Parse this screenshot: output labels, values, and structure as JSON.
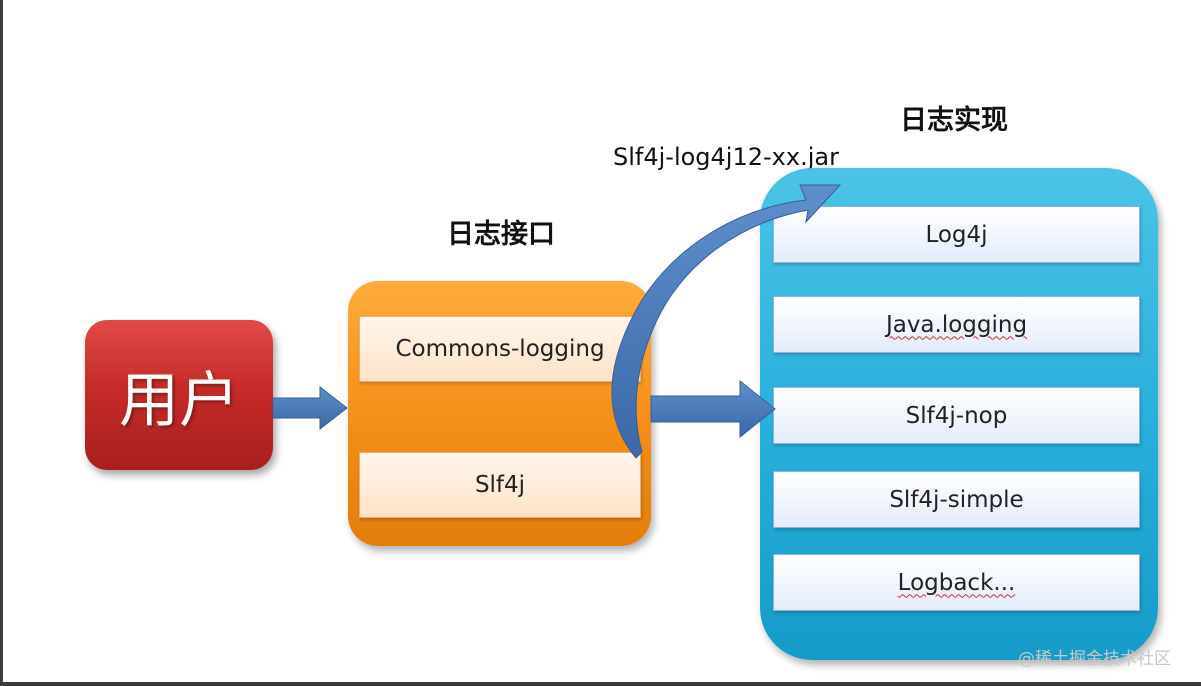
{
  "headings": {
    "interface": "日志接口",
    "implementation": "日志实现"
  },
  "bridge_label": "Slf4j-log4j12-xx.jar",
  "user": {
    "label": "用户"
  },
  "interface_items": [
    "Commons-logging",
    "Slf4j"
  ],
  "implementation_items": [
    "Log4j",
    "Java.logging",
    "Slf4j-nop",
    "Slf4j-simple",
    "Logback..."
  ],
  "watermark": "@稀土掘金技术社区",
  "colors": {
    "user_box": "#c62b29",
    "interface_box": "#f5901a",
    "implementation_box": "#2ab0dc",
    "arrow": "#4a7ab8"
  }
}
